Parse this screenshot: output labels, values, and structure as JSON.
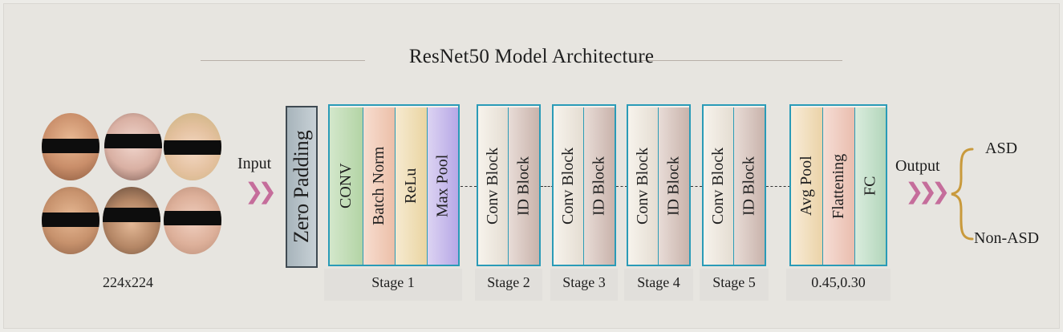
{
  "title": "ResNet50 Model Architecture",
  "input": {
    "size_label": "224x224",
    "input_label": "Input",
    "faces": [
      "face-1",
      "face-2",
      "face-3",
      "face-4",
      "face-5",
      "face-6"
    ]
  },
  "zero_padding": "Zero Padding",
  "stages": [
    {
      "label": "Stage 1",
      "cells": [
        "CONV",
        "Batch Norm",
        "ReLu",
        "Max Pool"
      ]
    },
    {
      "label": "Stage 2",
      "cells": [
        "Conv Block",
        "ID Block"
      ]
    },
    {
      "label": "Stage 3",
      "cells": [
        "Conv Block",
        "ID Block"
      ]
    },
    {
      "label": "Stage 4",
      "cells": [
        "Conv Block",
        "ID Block"
      ]
    },
    {
      "label": "Stage 5",
      "cells": [
        "Conv Block",
        "ID Block"
      ]
    }
  ],
  "head": {
    "cells": [
      "Avg Pool",
      "Flattening",
      "FC"
    ],
    "label": "0.45,0.30"
  },
  "output": {
    "label": "Output",
    "classes": [
      "ASD",
      "Non-ASD"
    ]
  },
  "colors": {
    "box_border": "#2a9bb7",
    "arrow": "#c56d9b",
    "brace": "#c99a3c"
  }
}
